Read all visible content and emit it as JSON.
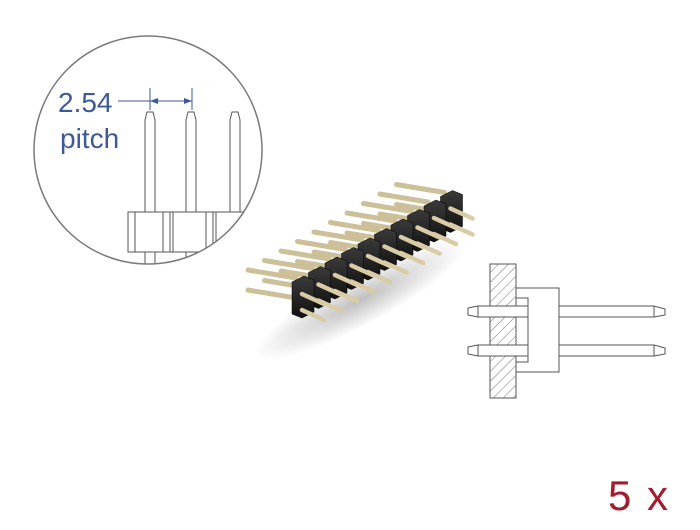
{
  "detail_callout": {
    "pitch_value": "2.54",
    "pitch_word": "pitch",
    "annotation_color": "#3d5a98"
  },
  "product_photo": {
    "description": "2x10 pin header, black plastic, gold pins",
    "rows": 2,
    "columns": 10
  },
  "side_drawing": {
    "description": "technical side-view drawing of pin header through PCB"
  },
  "quantity": {
    "label": "5 x",
    "color": "#a31d2e"
  }
}
